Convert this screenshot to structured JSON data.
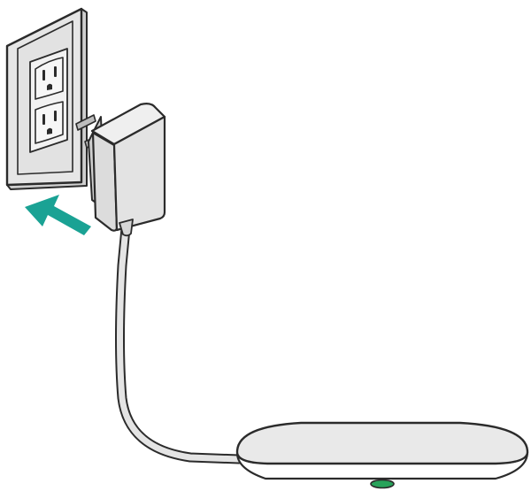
{
  "illustration": {
    "subject": "power-adapter-plug-in",
    "components": {
      "wall-plate": "wall-outlet-plate",
      "outlets": [
        "upper-outlet",
        "lower-outlet"
      ],
      "adapter": "power-adapter",
      "cable": "power-cable",
      "base": "charging-base",
      "indicator": "status-light",
      "arrow": "insert-direction-arrow"
    },
    "colors": {
      "outline": "#2b2b2b",
      "plate_fill": "#e6e6e6",
      "outlet_fill": "#f2f2f2",
      "adapter_fill": "#e1e1e1",
      "cable_fill": "#e4e4e4",
      "base_top": "#e9e9e9",
      "base_bottom": "#ffffff",
      "arrow": "#1aa294",
      "indicator": "#27a35a"
    }
  }
}
